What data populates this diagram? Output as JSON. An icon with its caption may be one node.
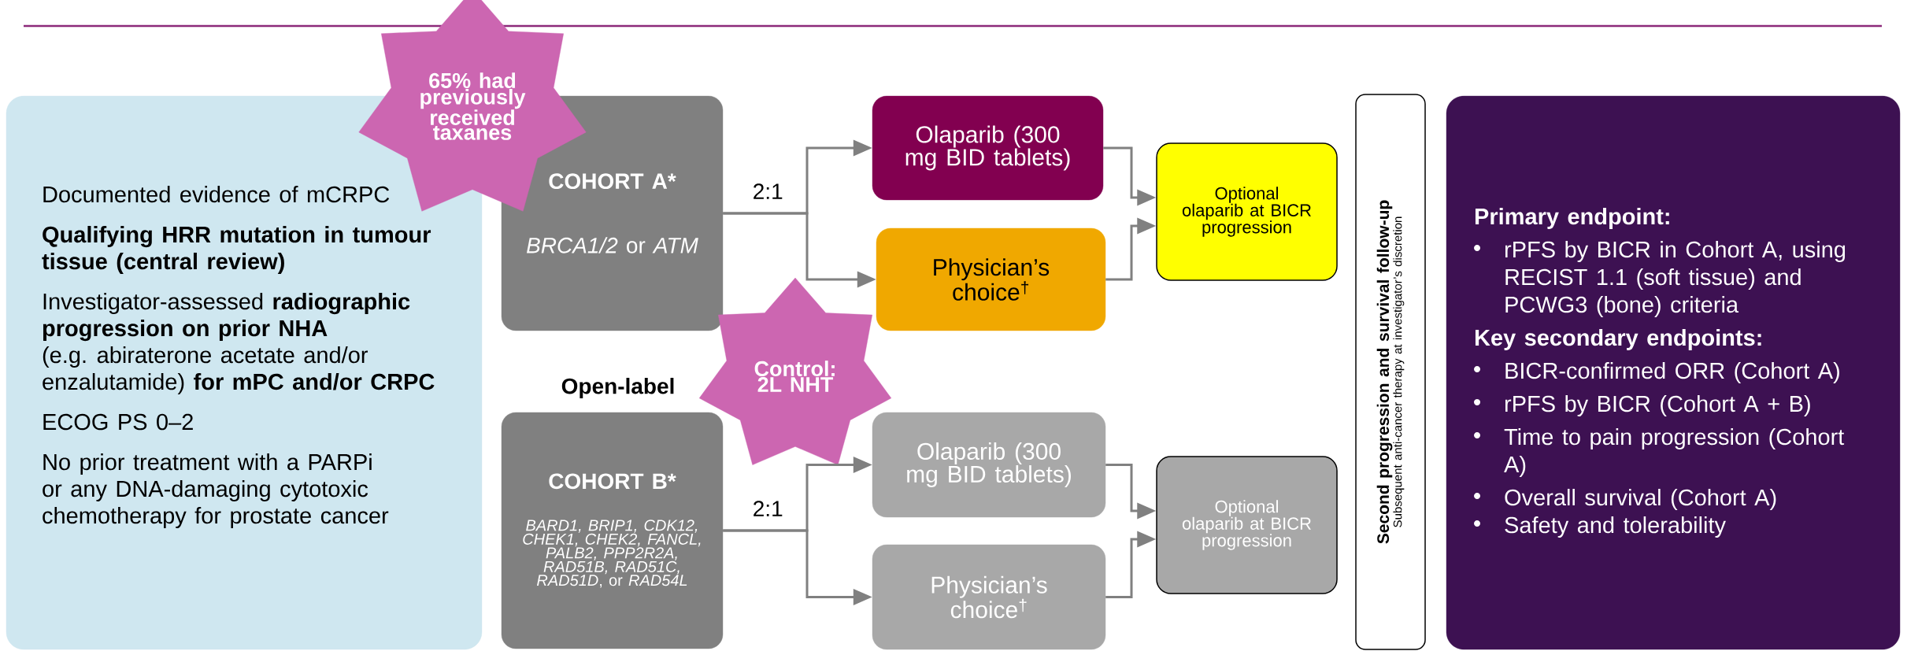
{
  "diagram": {
    "nodes": [
      {
        "text": [
          "Documented evidence of mCRPC",
          "Qualifying HRR mutation in tumour tissue (central review)",
          "Investigator-assessed **radiographic progression on prior NHA** (e.g. abiraterone acetate and/or enzalutamide) **for mPC and/or CRPC**",
          "ECOG PS 0–2",
          "No prior treatment with a PARPi or any DNA-damaging cytotoxic chemotherapy for prostate cancer"
        ]
      },
      {
        "text": [
          "65% had previously received taxanes"
        ]
      },
      {
        "text": [
          "COHORT A*",
          "*BRCA1/2* or *ATM*"
        ]
      },
      {
        "text": [
          "Olaparib (300 mg BID tablets)"
        ]
      },
      {
        "text": [
          "Physician’s choice$^{†}$"
        ]
      },
      {
        "text": [
          "Optional olaparib at BICR progression"
        ]
      },
      {
        "text": [
          "Control: 2L NHT"
        ]
      },
      {
        "text": [
          "COHORT B*",
          "*BARD1, BRIP1, CDK12, CHEK1, CHEK2, FANCL, PALB2, PPP2R2A, RAD51B, RAD51C, RAD51D*, or *RAD54L*"
        ]
      },
      {
        "text": [
          "Olaparib (300 mg BID tablets)"
        ]
      },
      {
        "text": [
          "Physician’s choice$^{†}$"
        ]
      },
      {
        "text": [
          "Optional olaparib at BICR progression"
        ]
      },
      {
        "text": [
          "Second progression and survival follow-up",
          "Subsequent anti-cancer therapy at investigator’s discretion"
        ]
      },
      {
        "text": [
          "Primary endpoint:",
          "rPFS by BICR in Cohort A, using RECIST 1.1 (soft tissue) and PCWG3 (bone) criteria",
          "Key secondary endpoints:",
          "BICR-confirmed ORR (Cohort A)",
          "rPFS by BICR (Cohort A + B)",
          "Time to pain progression (Cohort A)",
          "Overall survival (Cohort A)",
          "Safety and tolerability"
        ]
      }
    ],
    "edges": [
      {
        "from": 2,
        "to": 3,
        "arrow": "to",
        "label": "2:1"
      },
      {
        "from": 2,
        "to": 4,
        "arrow": "to"
      },
      {
        "from": 3,
        "to": 5,
        "arrow": "to"
      },
      {
        "from": 4,
        "to": 5,
        "arrow": "to"
      },
      {
        "from": 7,
        "to": 8,
        "arrow": "to",
        "label": "2:1"
      },
      {
        "from": 7,
        "to": 9,
        "arrow": "to"
      },
      {
        "from": 8,
        "to": 10,
        "arrow": "to"
      },
      {
        "from": 9,
        "to": 10,
        "arrow": "to"
      }
    ],
    "labels": [
      "Open-label"
    ]
  }
}
